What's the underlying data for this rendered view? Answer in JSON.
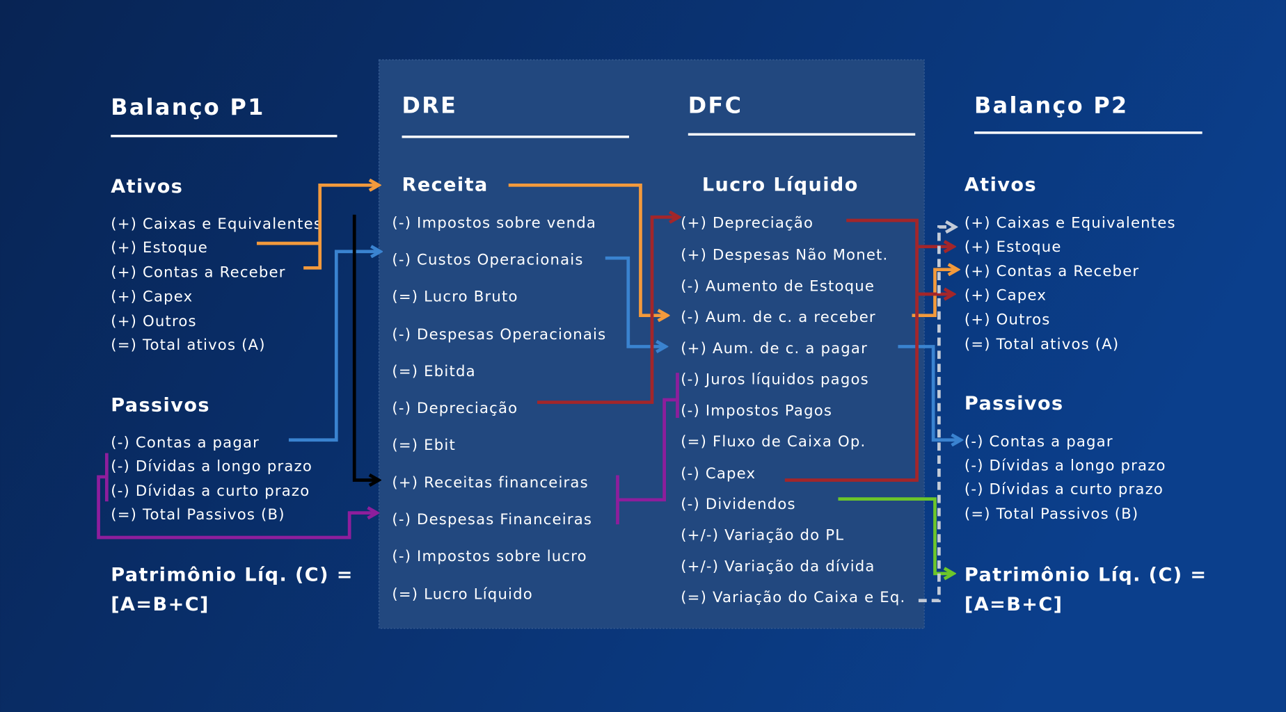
{
  "colors": {
    "background_left": "#082454",
    "background_right": "#0b3f8c",
    "panel": "#22487f",
    "orange": "#f39a3c",
    "blue": "#3a83d0",
    "black": "#000000",
    "purple": "#8e1e9c",
    "red": "#a3262a",
    "green": "#6cc62a",
    "dashed": "#c3cbd8"
  },
  "p1": {
    "title": "Balanço P1",
    "ativos": "Ativos",
    "ativos_items": [
      "(+) Caixas e Equivalentes",
      "(+) Estoque",
      "(+) Contas a Receber",
      "(+) Capex",
      "(+) Outros",
      "(=) Total ativos (A)"
    ],
    "passivos": "Passivos",
    "passivos_items": [
      "(-) Contas a pagar",
      "(-) Dívidas a longo prazo",
      "(-) Dívidas a curto prazo",
      "(=) Total Passivos (B)"
    ],
    "pl_line1": "Patrimônio Líq. (C) =",
    "pl_line2": "[A=B+C]"
  },
  "dre": {
    "title": "DRE",
    "head": "Receita",
    "items": [
      "(-) Impostos sobre venda",
      "(-) Custos Operacionais",
      "(=) Lucro Bruto",
      "(-) Despesas Operacionais",
      "(=) Ebitda",
      "(-) Depreciação",
      "(=) Ebit",
      "(+) Receitas financeiras",
      "(-) Despesas Financeiras",
      "(-) Impostos sobre lucro",
      "(=) Lucro Líquido"
    ]
  },
  "dfc": {
    "title": "DFC",
    "head": "Lucro Líquido",
    "items": [
      "(+) Depreciação",
      "(+) Despesas Não Monet.",
      "(-) Aumento de Estoque",
      "(-) Aum. de c. a receber",
      "(+) Aum. de c. a pagar",
      "(-) Juros líquidos pagos",
      "(-) Impostos Pagos",
      "(=) Fluxo de Caixa Op.",
      "(-) Capex",
      "(-) Dividendos",
      "(+/-) Variação do PL",
      "(+/-) Variação da dívida",
      "(=) Variação do Caixa e Eq."
    ]
  },
  "p2": {
    "title": "Balanço P2",
    "ativos": "Ativos",
    "ativos_items": [
      "(+) Caixas e Equivalentes",
      "(+) Estoque",
      "(+) Contas a Receber",
      "(+) Capex",
      "(+) Outros",
      "(=) Total ativos (A)"
    ],
    "passivos": "Passivos",
    "passivos_items": [
      "(-) Contas a pagar",
      "(-) Dívidas a longo prazo",
      "(-) Dívidas a curto prazo",
      "(=) Total Passivos (B)"
    ],
    "pl_line1": "Patrimônio Líq. (C) =",
    "pl_line2": "[A=B+C]"
  }
}
